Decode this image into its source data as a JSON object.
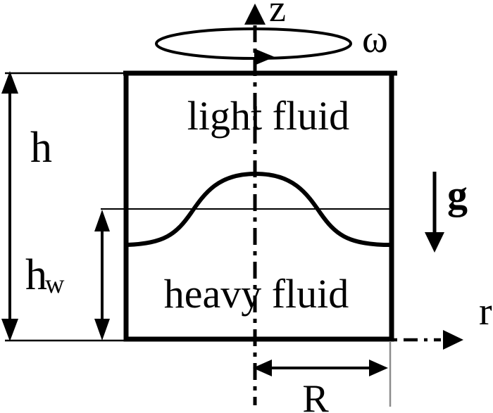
{
  "diagram": {
    "labels": {
      "z_axis": "z",
      "angular_velocity": "ω",
      "total_height": "h",
      "heavy_layer_height_base": "h",
      "heavy_layer_height_sub": "w",
      "upper_region": "light fluid",
      "lower_region": "heavy fluid",
      "gravity": "g",
      "r_axis": "r",
      "radius": "R"
    },
    "colors": {
      "ink": "#000000",
      "background": "#ffffff",
      "guide_line_gray": "#8c8c8c"
    }
  }
}
